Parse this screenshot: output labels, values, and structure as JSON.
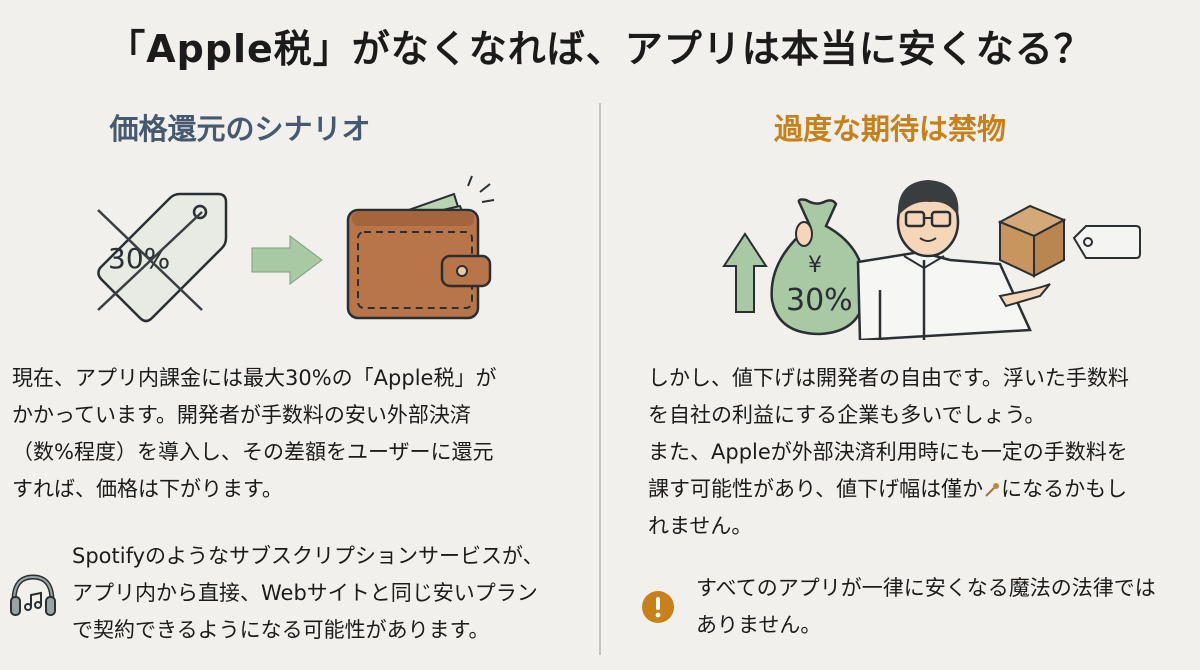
{
  "title": "「Apple税」がなくなれば、アプリは本当に安くなる？",
  "left": {
    "heading": "価格還元のシナリオ",
    "heading_color": "#46596e",
    "illustration": {
      "tag_label": "30%",
      "tag_icon": "crossed-price-tag-icon",
      "arrow_icon": "right-arrow-icon",
      "wallet_icon": "wallet-with-cash-icon"
    },
    "body": "現在、アプリ内課金には最大30%の「Apple税」が\nかかっています。開発者が手数料の安い外部決済\n（数%程度）を導入し、その差額をユーザーに還元\nすれば、価格は下がります。",
    "note": {
      "icon": "headphones-icon",
      "text": "Spotifyのようなサブスクリプションサービスが、\nアプリ内から直接、Webサイトと同じ安いプラン\nで契約できるようになる可能性があります。"
    }
  },
  "right": {
    "heading": "過度な期待は禁物",
    "heading_color": "#c7801a",
    "illustration": {
      "bag_symbol": "¥",
      "bag_label": "30%",
      "up_arrow_icon": "up-arrow-icon",
      "person_icon": "developer-person-icon",
      "box_icon": "cardboard-box-icon",
      "tag_icon": "blank-price-tag-icon"
    },
    "body_part1": "しかし、値下げは開発者の自由です。浮いた手数料\nを自社の利益にする企業も多いでしょう。\nまた、Appleが外部決済利用時にも一定の手数料を\n課す可能性があり、値下げ幅は僅か",
    "body_part2": "になるかもし\nれません。",
    "note": {
      "icon": "warning-icon",
      "icon_color": "#c7801a",
      "text": "すべてのアプリが一律に安くなる魔法の法律では\nありません。"
    }
  },
  "colors": {
    "background": "#f1f0ec",
    "divider": "#c4c4c2",
    "green": "#a9c9a4",
    "wallet": "#b8754a"
  }
}
